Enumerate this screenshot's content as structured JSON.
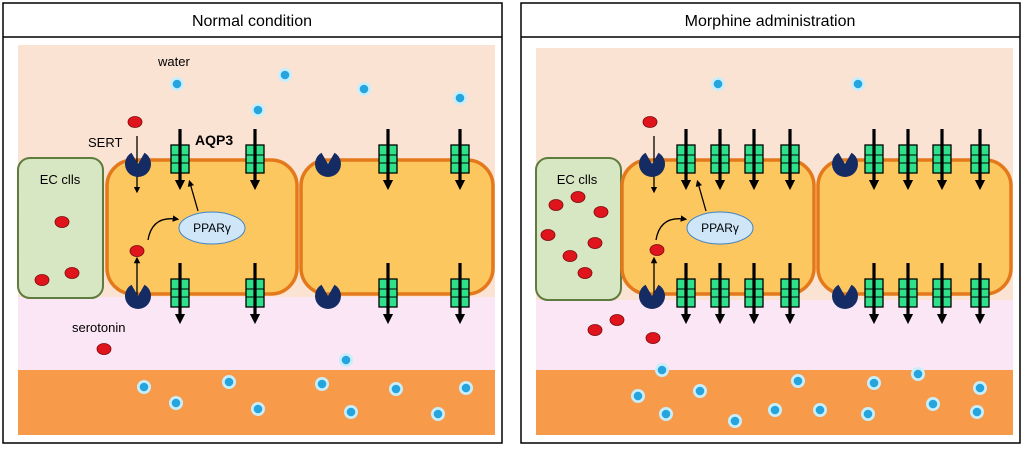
{
  "panels": [
    {
      "title": "Normal condition",
      "labels": {
        "water": "water",
        "sert": "SERT",
        "aqp3": "AQP3",
        "ec_cells": "EC clls",
        "ppar": "PPARγ",
        "serotonin": "serotonin"
      }
    },
    {
      "title": "Morphine administration",
      "labels": {
        "ec_cells": "EC clls",
        "ppar": "PPARγ"
      }
    }
  ],
  "colors": {
    "lumen": "#fbe3d4",
    "interstitium": "#fbe6f6",
    "blood": "#f79a4a",
    "cell_fill": "#fdc760",
    "cell_border": "#e4791b",
    "ec_fill": "#d7e6c3",
    "ec_border": "#5f7b3d",
    "aqp3": "#2ee08a",
    "sert": "#152b63",
    "serotonin": "#e0141c",
    "water": "#26a4de",
    "ppar_fill": "#cfe6f8"
  },
  "icons": [
    "aqp3-channel-icon",
    "sert-transporter-icon",
    "serotonin-molecule-icon",
    "water-molecule-icon"
  ]
}
